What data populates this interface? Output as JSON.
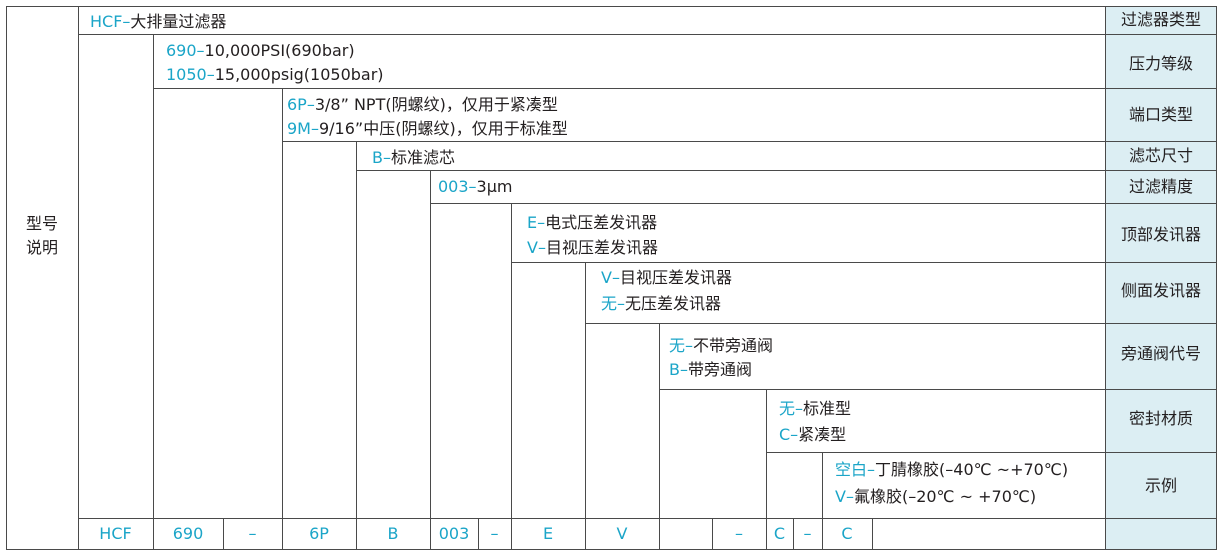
{
  "side_label": [
    "型号",
    "说明"
  ],
  "rows": [
    {
      "label": "过滤器类型",
      "lines": [
        [
          "HCF–",
          "大排量过滤器"
        ]
      ]
    },
    {
      "label": "压力等级",
      "lines": [
        [
          "690–",
          "10,000PSI(690bar)"
        ],
        [
          "1050–",
          "15,000psig(1050bar)"
        ]
      ]
    },
    {
      "label": "端口类型",
      "lines": [
        [
          "6P–",
          "3/8” NPT(阴螺纹)，仅用于紧凑型"
        ],
        [
          "9M–",
          "9/16”中压(阴螺纹)，仅用于标准型"
        ]
      ]
    },
    {
      "label": "滤芯尺寸",
      "lines": [
        [
          "B–",
          "标准滤芯"
        ]
      ]
    },
    {
      "label": "过滤精度",
      "lines": [
        [
          "003–",
          "3μm"
        ]
      ]
    },
    {
      "label": "顶部发讯器",
      "lines": [
        [
          "E–",
          "电式压差发讯器"
        ],
        [
          "V–",
          "目视压差发讯器"
        ]
      ]
    },
    {
      "label": "侧面发讯器",
      "lines": [
        [
          "V–",
          "目视压差发讯器"
        ],
        [
          "无–",
          "无压差发讯器"
        ]
      ]
    },
    {
      "label": "旁通阀代号",
      "lines": [
        [
          "无–",
          "不带旁通阀"
        ],
        [
          "B–",
          "带旁通阀"
        ]
      ]
    },
    {
      "label": "密封材质",
      "lines": [
        [
          "无–",
          "标准型"
        ],
        [
          "C–",
          "紧凑型"
        ]
      ]
    },
    {
      "label": "示例",
      "lines": [
        [
          "空白–",
          "丁腈橡胶(–40℃ ~+70℃)"
        ],
        [
          "V–",
          "氟橡胶(–20℃ ~ +70℃)"
        ]
      ]
    }
  ],
  "example": [
    "HCF",
    "690",
    "–",
    "6P",
    "B",
    "003",
    "–",
    "E",
    "V",
    "",
    "–",
    "C",
    "–",
    "C",
    ""
  ],
  "colors": {
    "accent": "#1ba5c8",
    "label_bg": "#dceef3",
    "line": "#4a4a4a"
  }
}
